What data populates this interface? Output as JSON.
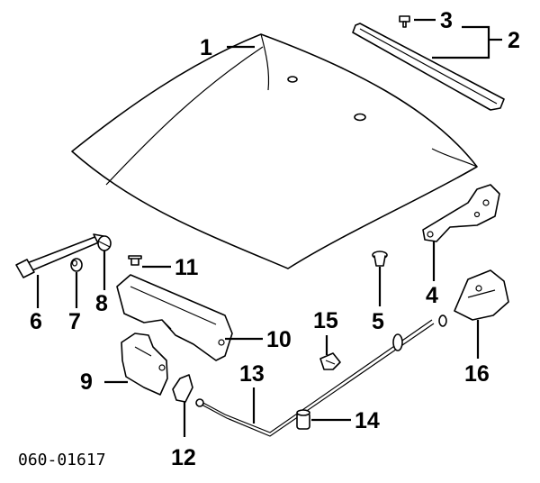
{
  "labels": {
    "n1": "1",
    "n2": "2",
    "n3": "3",
    "n4": "4",
    "n5": "5",
    "n6": "6",
    "n7": "7",
    "n8": "8",
    "n9": "9",
    "n10": "10",
    "n11": "11",
    "n12": "12",
    "n13": "13",
    "n14": "14",
    "n15": "15",
    "n16": "16"
  },
  "ref_code": "060-01617"
}
